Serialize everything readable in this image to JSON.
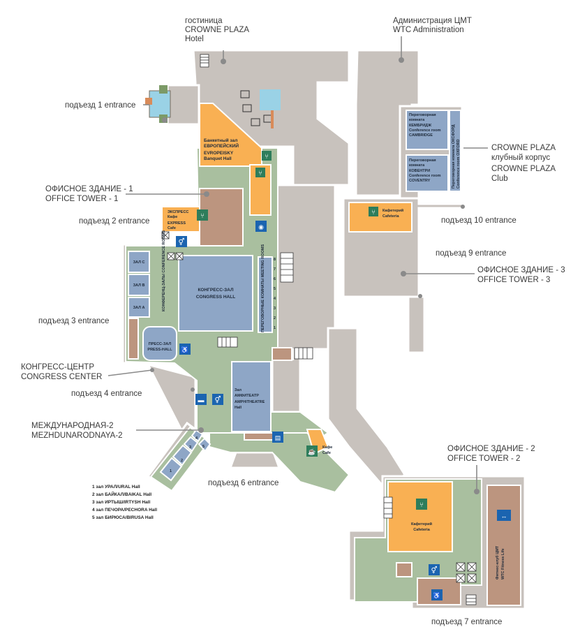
{
  "labels": {
    "hotel": [
      "гостиница",
      "CROWNE PLAZA",
      "Hotel"
    ],
    "wtc_admin": [
      "Администрация ЦМТ",
      "WTC Administration"
    ],
    "entrance1": "подъезд 1 entrance",
    "entrance2": "подъезд 2 entrance",
    "entrance3": "подъезд 3 entrance",
    "entrance4": "подъезд 4 entrance",
    "entrance6": "подъезд 6 entrance",
    "entrance7": "подъезд 7 entrance",
    "entrance9": "подъезд 9 entrance",
    "entrance10": "подъезд 10 entrance",
    "office_tower_1": [
      "ОФИСНОЕ ЗДАНИЕ - 1",
      "OFFICE TOWER - 1"
    ],
    "office_tower_2": [
      "ОФИСНОЕ ЗДАНИЕ - 2",
      "OFFICE TOWER - 2"
    ],
    "office_tower_3": [
      "ОФИСНОЕ ЗДАНИЕ - 3",
      "OFFICE TOWER - 3"
    ],
    "congress_center": [
      "КОНГРЕСС-ЦЕНТР",
      "CONGRESS CENTER"
    ],
    "mezhdunarodnaya": [
      "МЕЖДУНАРОДНАЯ-2",
      "MEZHDUNARODNAYA-2"
    ],
    "crowne_club": [
      "CROWNE PLAZA",
      "клубный корпус",
      "CROWNE PLAZA",
      "Club"
    ]
  },
  "rooms": {
    "banquet": [
      "Банкетный зал",
      "ЕВРОПЕЙСКИЙ",
      "EVROPEISKY",
      "Banquet Hall"
    ],
    "express": [
      "ЭКСПРЕСС",
      "Кафе",
      "EXPRESS",
      "Cafe"
    ],
    "congress_hall": [
      "КОНГРЕСС-ЗАЛ",
      "CONGRESS HALL"
    ],
    "conference_rooms": "КОНФЕРЕНЦ-ЗАЛЫ CONFERENCE ROOMS",
    "meeting_rooms": "ПЕРЕГОВОРНЫЕ КОМНАТЫ MEETING ROOMS",
    "hall_c": "ЗАЛ С",
    "hall_b": "ЗАЛ В",
    "hall_a": "ЗАЛ А",
    "press_hall": [
      "ПРЕСС-ЗАЛ",
      "PRESS-HALL"
    ],
    "amphitheatre": [
      "Зал",
      "АМФИТЕАТР",
      "AMPHITHEATRE",
      "Hall"
    ],
    "cafe": [
      "Кафе",
      "Cafe"
    ],
    "cafeteria_10": [
      "Кафетерий",
      "Cafeteria"
    ],
    "cafeteria_t2": [
      "Кафетерий",
      "Cafeteria"
    ],
    "fitness": [
      "Фитнес-клуб ЦМТ",
      "WTC Fitness Life"
    ],
    "cambridge": [
      "Переговорная",
      "комната",
      "КЕМБРИДЖ",
      "Conference room",
      "CAMBRIDGE"
    ],
    "coventry": [
      "Переговорная",
      "комната",
      "КОВЕНТРИ",
      "Conference room",
      "COVENTRY"
    ],
    "oxford": [
      "Переговорная комната ОКСФОРД",
      "Conference room OXFORD"
    ]
  },
  "meeting_room_numbers": [
    "8",
    "7",
    "6",
    "5",
    "4",
    "3",
    "2",
    "1"
  ],
  "small_hall_numbers": [
    "1",
    "2",
    "3",
    "4",
    "5"
  ],
  "legend": [
    "1 зал УРАЛ/URAL Hall",
    "2 зал БАЙКАЛ/BAIKAL Hall",
    "3 зал ИРТЫШ/IRTYSH Hall",
    "4 зал ПЕЧОРА/PECHORA Hall",
    "5 зал БИРЮСА/BIRUSA Hall"
  ],
  "colors": {
    "building": "#c8c2bd",
    "corridor": "#a9bf9f",
    "hall": "#8ea6c6",
    "food": "#f9b053",
    "service": "#bc957f",
    "icon": "#1b64b0",
    "food_icon": "#2e7d5b"
  },
  "icons": [
    "restaurant-icon",
    "restroom-icon",
    "camera-icon",
    "accessibility-icon",
    "smoking-icon",
    "atm-icon",
    "coffee-icon",
    "elevator-icon"
  ]
}
